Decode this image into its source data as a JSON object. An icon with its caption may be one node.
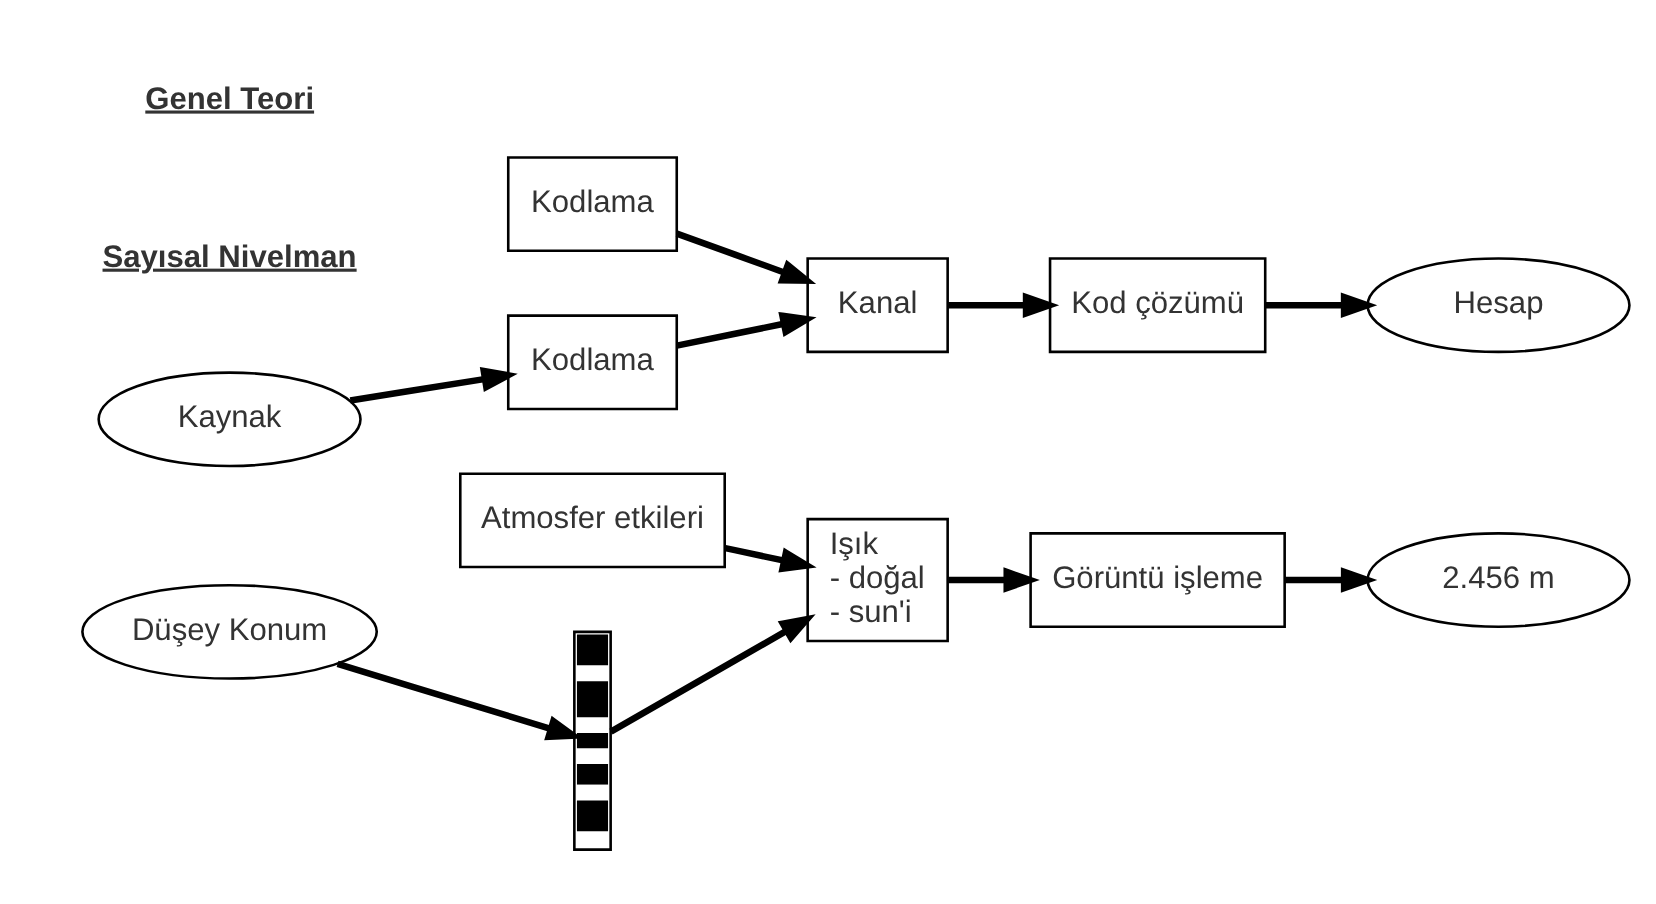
{
  "diagram": {
    "nodes": [
      {
        "text": [
          "Kodlama"
        ]
      },
      {
        "text": [
          "Kaynak"
        ]
      },
      {
        "text": [
          "Kodlama"
        ]
      },
      {
        "text": [
          "Kanal"
        ]
      },
      {
        "text": [
          "Kod çözümü"
        ]
      },
      {
        "text": [
          "Hesap"
        ]
      },
      {
        "text": [
          "Atmosfer etkileri"
        ]
      },
      {
        "text": [
          "Düşey Konum"
        ]
      },
      {
        "text": [],
        "shape": "bar"
      },
      {
        "text": [
          "Işık",
          "- doğal",
          "- sun'i"
        ]
      },
      {
        "text": [
          "Görüntü işleme"
        ]
      },
      {
        "text": [
          "2.456 m"
        ]
      }
    ],
    "edges": [
      {
        "from": 1,
        "to": 2,
        "arrow": "to"
      },
      {
        "from": 2,
        "to": 3,
        "arrow": "to"
      },
      {
        "from": 0,
        "to": 3,
        "arrow": "to"
      },
      {
        "from": 3,
        "to": 4,
        "arrow": "to"
      },
      {
        "from": 4,
        "to": 5,
        "arrow": "to"
      },
      {
        "from": 6,
        "to": 9,
        "arrow": "to"
      },
      {
        "from": 7,
        "to": 8,
        "arrow": "to"
      },
      {
        "from": 8,
        "to": 9,
        "arrow": "to"
      },
      {
        "from": 9,
        "to": 10,
        "arrow": "to"
      },
      {
        "from": 10,
        "to": 11,
        "arrow": "to"
      }
    ],
    "labels": [
      "Genel Teori",
      "Sayısal Nivelman"
    ]
  }
}
